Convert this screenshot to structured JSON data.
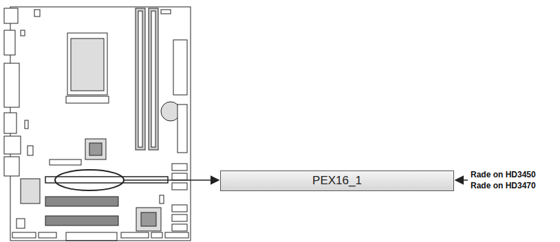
{
  "diagram": {
    "nodes": [
      {
        "text": [
          "PEX16_1"
        ]
      }
    ],
    "labels": [
      "Rade on HD3450",
      "Rade on HD3470"
    ]
  }
}
